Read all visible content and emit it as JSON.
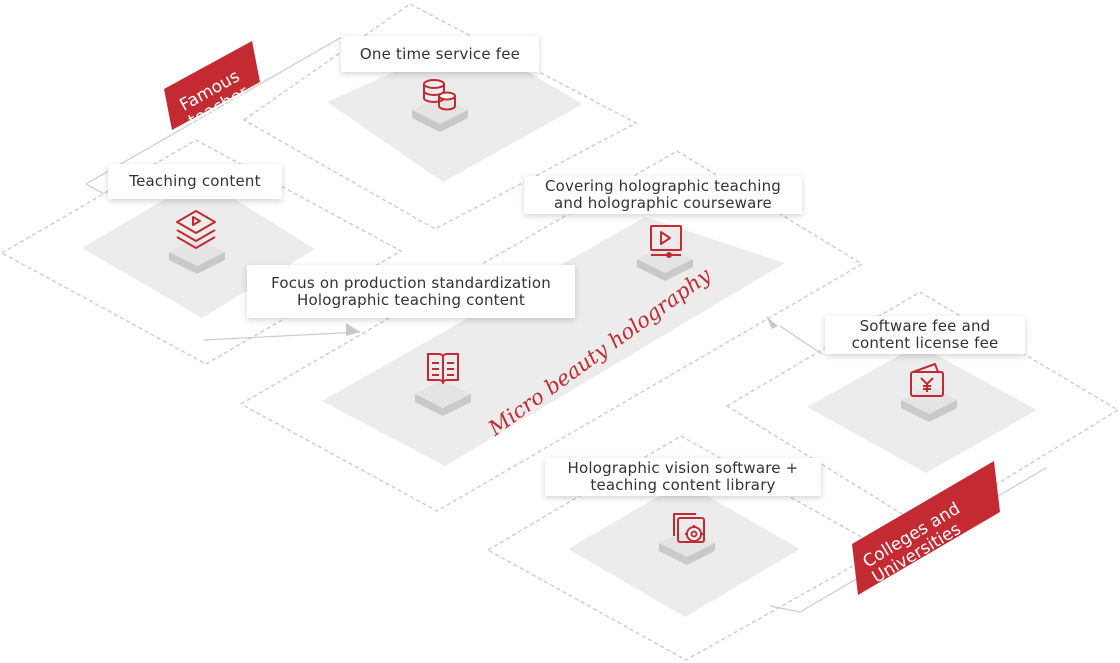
{
  "theme": {
    "accent": "#c42a32",
    "plate": "#ececec",
    "line": "#c9c9c9"
  },
  "tags": {
    "famous_teacher": [
      "Famous",
      "teacher"
    ],
    "colleges": [
      "Colleges and",
      "Universities"
    ]
  },
  "center_title": "Micro beauty holography",
  "labels": {
    "one_time_fee": "One time service fee",
    "teaching_content": "Teaching content",
    "covering": [
      "Covering holographic teaching",
      "and holographic courseware"
    ],
    "focus": [
      "Focus on production standardization",
      "Holographic teaching content"
    ],
    "software_fee": [
      "Software fee and",
      "content license fee"
    ],
    "holographic_vision": [
      "Holographic vision software +",
      "teaching content library"
    ]
  },
  "icons": {
    "one_time_fee": "coin-stack-icon",
    "teaching_content": "graduation-cap-play-icon",
    "covering": "video-player-icon",
    "focus": "open-book-icon",
    "software_fee": "yen-wallet-icon",
    "holographic_vision": "software-settings-icon"
  }
}
